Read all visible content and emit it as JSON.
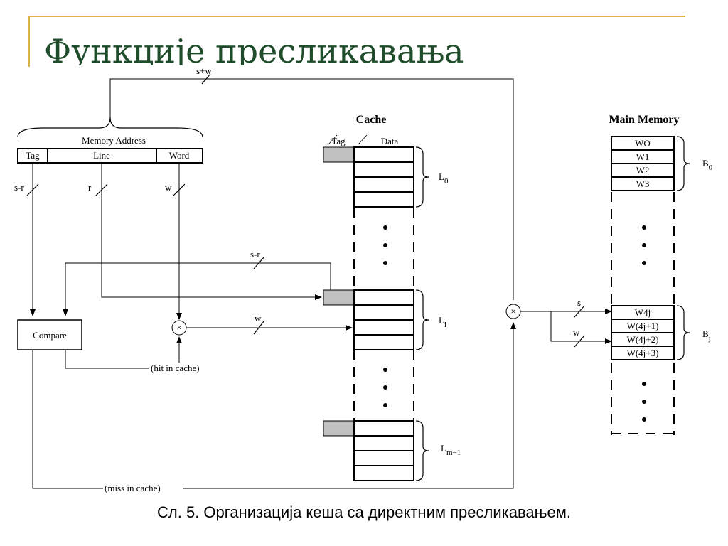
{
  "slide": {
    "title": "Функције пресликавања",
    "caption": "Сл. 5. Организација кеша са директним пресликавањем."
  },
  "colors": {
    "accent": "#d8b44a",
    "title": "#1f4d2b",
    "tag_fill": "#c0c0c0"
  },
  "address": {
    "group_label": "Memory Address",
    "fields": [
      "Tag",
      "Line",
      "Word"
    ],
    "width_labels": {
      "top": "s+w",
      "tag": "s-r",
      "line": "r",
      "word": "w"
    }
  },
  "cache": {
    "title": "Cache",
    "col_tag": "Tag",
    "col_data": "Data",
    "lines": [
      {
        "label": "L",
        "sub": "0"
      },
      {
        "label": "L",
        "sub": "i"
      },
      {
        "label": "L",
        "sub": "m−1"
      }
    ]
  },
  "main_memory": {
    "title": "Main Memory",
    "block0_words": [
      "WO",
      "W1",
      "W2",
      "W3"
    ],
    "blockj_words": [
      "W4j",
      "W(4j+1)",
      "W(4j+2)",
      "W(4j+3)"
    ],
    "block0_label": {
      "label": "B",
      "sub": "0"
    },
    "blockj_label": {
      "label": "B",
      "sub": "j"
    }
  },
  "logic": {
    "compare": "Compare",
    "hit": "(hit in cache)",
    "miss": "(miss in cache)",
    "s_r": "s-r",
    "w": "w",
    "s": "s",
    "mult": "×"
  }
}
